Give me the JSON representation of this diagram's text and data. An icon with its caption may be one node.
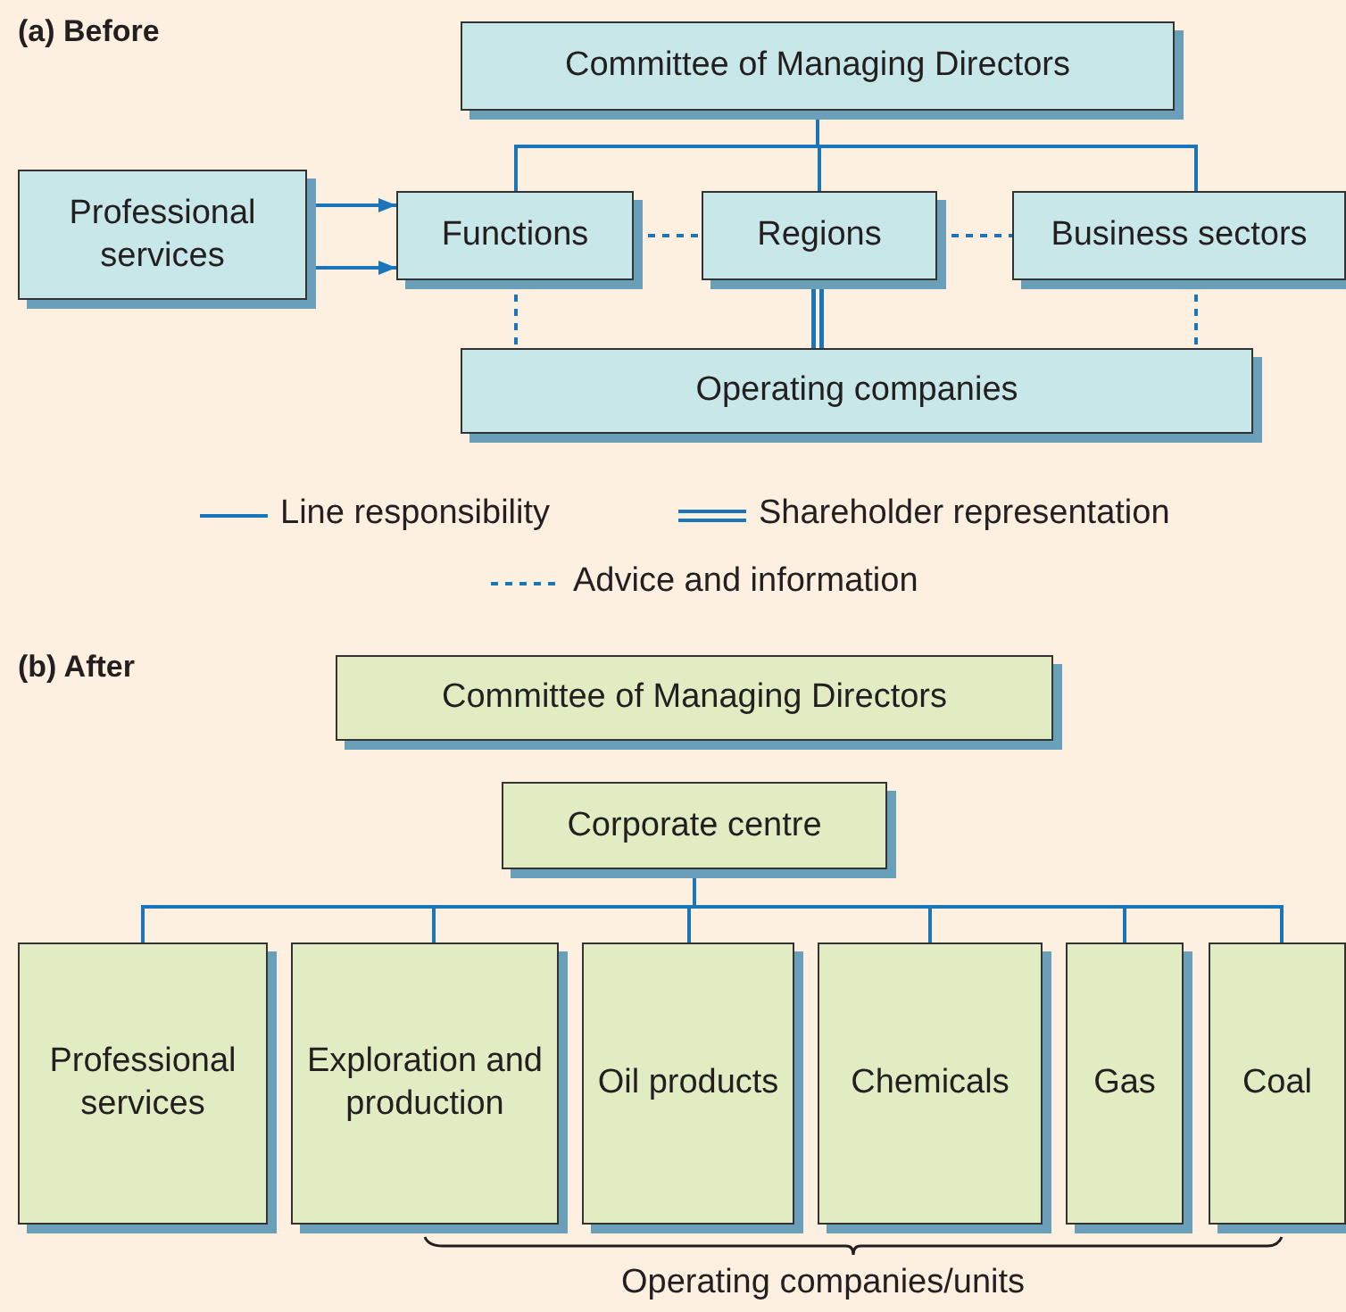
{
  "diagram": {
    "nodes": [
      {
        "text": [
          "Committee of Managing Directors"
        ]
      },
      {
        "text": [
          "Professional services"
        ]
      },
      {
        "text": [
          "Functions"
        ]
      },
      {
        "text": [
          "Regions"
        ]
      },
      {
        "text": [
          "Business sectors"
        ]
      },
      {
        "text": [
          "Operating companies"
        ]
      },
      {
        "text": [
          "Committee of Managing Directors"
        ]
      },
      {
        "text": [
          "Corporate centre"
        ]
      },
      {
        "text": [
          "Professional services"
        ]
      },
      {
        "text": [
          "Exploration and production"
        ]
      },
      {
        "text": [
          "Oil products"
        ]
      },
      {
        "text": [
          "Chemicals"
        ]
      },
      {
        "text": [
          "Gas"
        ]
      },
      {
        "text": [
          "Coal"
        ]
      }
    ],
    "edges": [
      {
        "from": 0,
        "to": 2,
        "arrow": "none"
      },
      {
        "from": 0,
        "to": 3,
        "arrow": "none"
      },
      {
        "from": 0,
        "to": 4,
        "arrow": "none"
      },
      {
        "from": 1,
        "to": 2,
        "arrow": "to"
      },
      {
        "from": 1,
        "to": 2,
        "arrow": "to"
      },
      {
        "from": 2,
        "to": 3,
        "arrow": "none",
        "style": "dashed"
      },
      {
        "from": 3,
        "to": 4,
        "arrow": "none",
        "style": "dashed"
      },
      {
        "from": 2,
        "to": 5,
        "arrow": "none",
        "style": "dashed"
      },
      {
        "from": 3,
        "to": 5,
        "arrow": "none",
        "style": "thick"
      },
      {
        "from": 4,
        "to": 5,
        "arrow": "none",
        "style": "dashed"
      },
      {
        "from": 7,
        "to": 8,
        "arrow": "none"
      },
      {
        "from": 7,
        "to": 9,
        "arrow": "none"
      },
      {
        "from": 7,
        "to": 10,
        "arrow": "none"
      },
      {
        "from": 7,
        "to": 11,
        "arrow": "none"
      },
      {
        "from": 7,
        "to": 12,
        "arrow": "none"
      },
      {
        "from": 7,
        "to": 13,
        "arrow": "none"
      }
    ],
    "labels": [
      "(a) Before",
      "(b) After",
      "Operating companies/units"
    ],
    "legend": [
      {
        "text": "Line responsibility"
      },
      {
        "text": "Shareholder representation"
      },
      {
        "text": "Advice and information"
      }
    ]
  }
}
